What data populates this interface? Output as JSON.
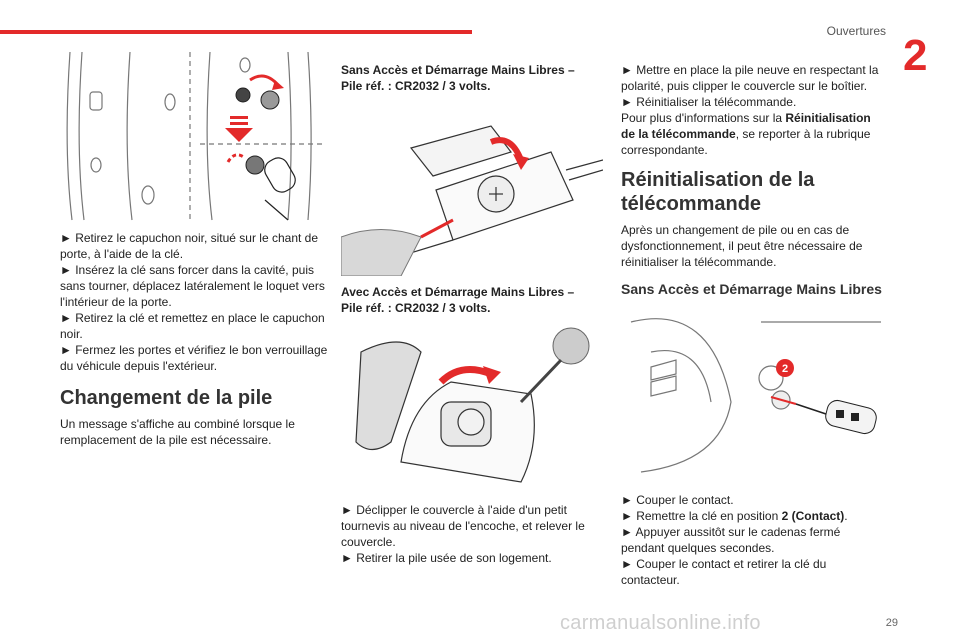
{
  "header": {
    "section": "Ouvertures",
    "chapter": "2",
    "page_number": "29"
  },
  "watermark": "carmanualsonline.info",
  "col1": {
    "steps": [
      "► Retirez le capuchon noir, situé sur le chant de porte, à l'aide de la clé.",
      "► Insérez la clé sans forcer dans la cavité, puis sans tourner, déplacez latéralement le loquet vers l'intérieur de la porte.",
      "► Retirez la clé et remettez en place le capuchon noir.",
      "► Fermez les portes et vérifiez le bon verrouillage du véhicule depuis l'extérieur."
    ],
    "heading": "Changement de la pile",
    "intro": "Un message s'affiche au combiné lorsque le remplacement de la pile est nécessaire."
  },
  "col2": {
    "heading1": "Sans Accès et Démarrage Mains Libres – Pile réf. : CR2032 / 3 volts.",
    "heading2": "Avec Accès et Démarrage Mains Libres – Pile réf. : CR2032 / 3 volts.",
    "steps": [
      "► Déclipper le couvercle à l'aide d'un petit tournevis au niveau de l'encoche, et relever le couvercle.",
      "► Retirer la pile usée de son logement."
    ]
  },
  "col3": {
    "steps_top": [
      "► Mettre en place la pile neuve en respectant la polarité, puis clipper le couvercle sur le boîtier.",
      "► Réinitialiser la télécommande."
    ],
    "info_pre": "Pour plus d'informations sur la ",
    "info_bold": "Réinitialisation de la télécommande",
    "info_post": ", se reporter à la rubrique correspondante.",
    "heading": "Réinitialisation de la télécommande",
    "intro": "Après un changement de pile ou en cas de dysfonctionnement, il peut être nécessaire de réinitialiser la télécommande.",
    "subheading": "Sans Accès et Démarrage Mains Libres",
    "figure_badge": "2",
    "steps_bottom": {
      "s1": "► Couper le contact.",
      "s2_pre": "► Remettre la clé en position ",
      "s2_bold": "2 (Contact)",
      "s2_post": ".",
      "s3": "► Appuyer aussitôt sur le cadenas fermé pendant quelques secondes.",
      "s4": "► Couper le contact et retirer la clé du contacteur."
    }
  }
}
